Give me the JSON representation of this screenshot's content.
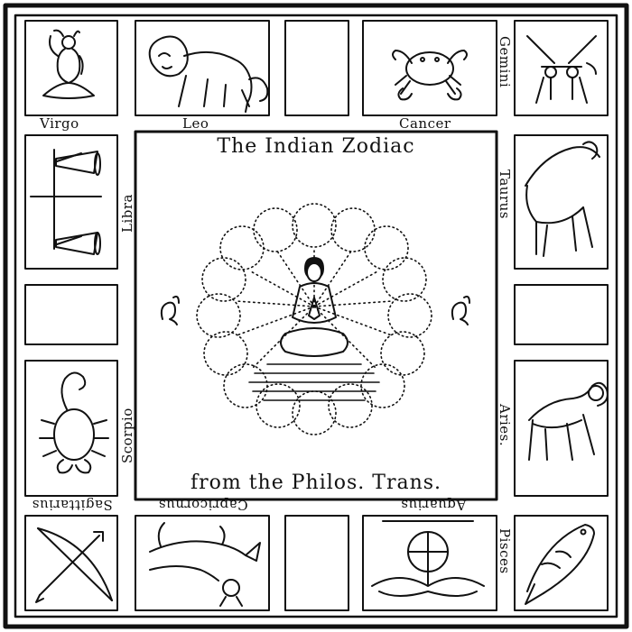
{
  "title": "The Indian Zodiac",
  "subtitle": "from the Philos. Trans.",
  "signs": {
    "virgo": "Virgo",
    "leo": "Leo",
    "cancer": "Cancer",
    "gemini": "Gemini",
    "taurus": "Taurus",
    "libra": "Libra",
    "scorpio": "Scorpio",
    "aries": "Aries.",
    "sagittarius": "Sagittarius",
    "capricornus": "Capricornus",
    "aquarius": "Aquarius",
    "pisces": "Pisces"
  }
}
